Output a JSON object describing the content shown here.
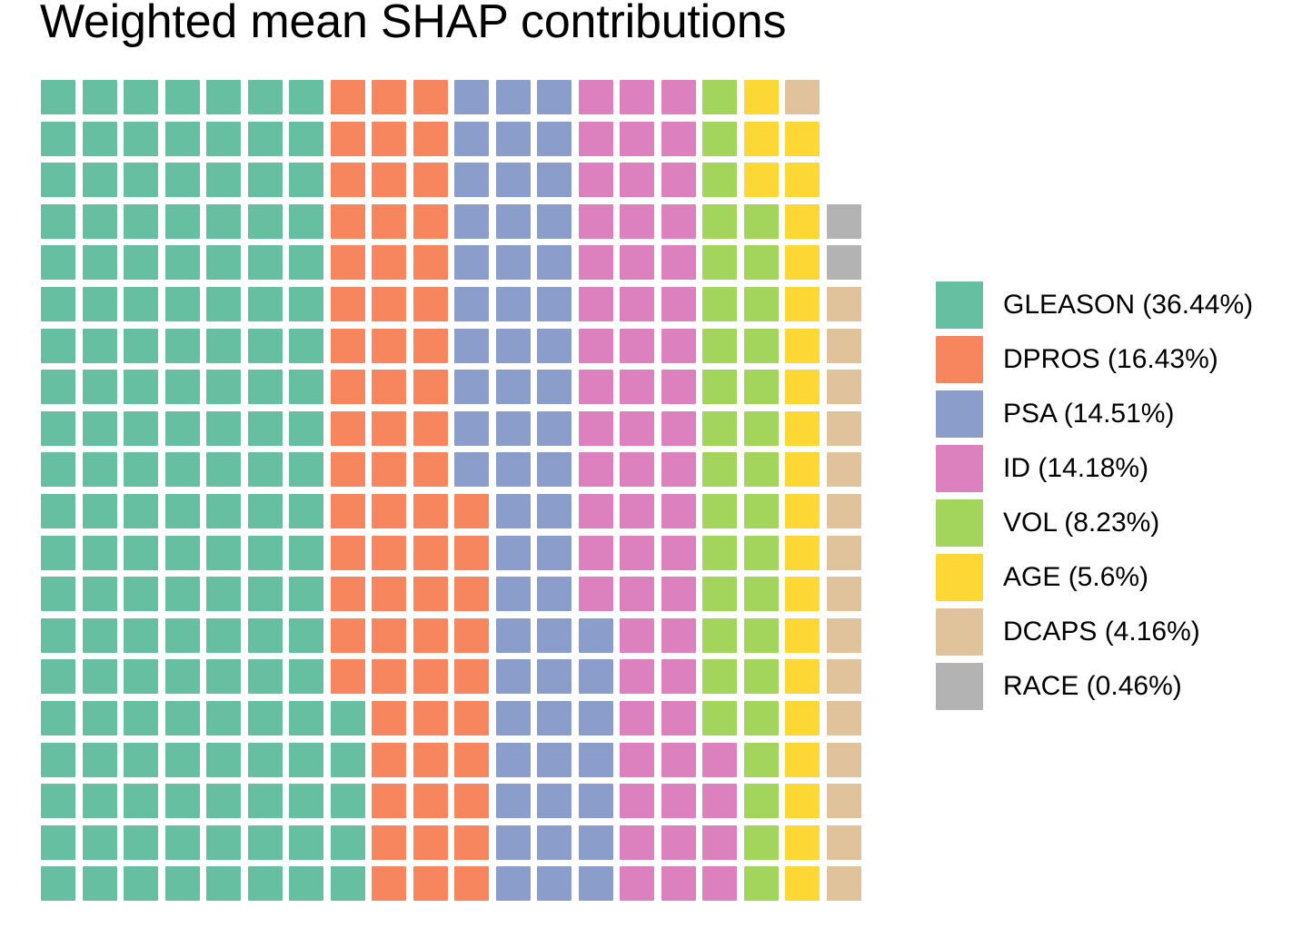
{
  "title": "Weighted mean SHAP contributions",
  "legend": {
    "position": "right",
    "items": [
      {
        "key": "GLEASON",
        "label": "GLEASON (36.44%)",
        "name": "GLEASON",
        "percent": 36.44,
        "color": "#66bfa0"
      },
      {
        "key": "DPROS",
        "label": "DPROS (16.43%)",
        "name": "DPROS",
        "percent": 16.43,
        "color": "#f7865f"
      },
      {
        "key": "PSA",
        "label": "PSA (14.51%)",
        "name": "PSA",
        "percent": 14.51,
        "color": "#8b9dcb"
      },
      {
        "key": "ID",
        "label": "ID (14.18%)",
        "name": "ID",
        "percent": 14.18,
        "color": "#dd80be"
      },
      {
        "key": "VOL",
        "label": "VOL (8.23%)",
        "name": "VOL",
        "percent": 8.23,
        "color": "#a3d55c"
      },
      {
        "key": "AGE",
        "label": "AGE (5.6%)",
        "name": "AGE",
        "percent": 5.6,
        "color": "#fdd835"
      },
      {
        "key": "DCAPS",
        "label": "DCAPS (4.16%)",
        "name": "DCAPS",
        "percent": 4.16,
        "color": "#e0c39b"
      },
      {
        "key": "RACE",
        "label": "RACE (0.46%)",
        "name": "RACE",
        "percent": 0.46,
        "color": "#b3b3b3"
      }
    ]
  },
  "chart_data": {
    "type": "waffle",
    "title": "Weighted mean SHAP contributions",
    "xlabel": "",
    "ylabel": "",
    "grid": false,
    "legend_position": "right",
    "rows": 20,
    "columns": 20,
    "total_cells": 398,
    "categories": [
      "GLEASON",
      "DPROS",
      "PSA",
      "ID",
      "VOL",
      "AGE",
      "DCAPS",
      "RACE"
    ],
    "values": [
      36.44,
      16.43,
      14.51,
      14.18,
      8.23,
      5.6,
      4.16,
      0.46
    ],
    "value_unit": "percent",
    "colors": [
      "#66bfa0",
      "#f7865f",
      "#8b9dcb",
      "#dd80be",
      "#a3d55c",
      "#fdd835",
      "#e0c39b",
      "#b3b3b3"
    ],
    "cell_counts": [
      145,
      65,
      58,
      56,
      33,
      22,
      17,
      2
    ],
    "cell_rows": [
      [
        "GLEASON",
        "GLEASON",
        "GLEASON",
        "GLEASON",
        "GLEASON",
        "GLEASON",
        "GLEASON",
        "DPROS",
        "DPROS",
        "DPROS",
        "PSA",
        "PSA",
        "PSA",
        "ID",
        "ID",
        "ID",
        "VOL",
        "AGE",
        "DCAPS"
      ],
      [
        "GLEASON",
        "GLEASON",
        "GLEASON",
        "GLEASON",
        "GLEASON",
        "GLEASON",
        "GLEASON",
        "DPROS",
        "DPROS",
        "DPROS",
        "PSA",
        "PSA",
        "PSA",
        "ID",
        "ID",
        "ID",
        "VOL",
        "AGE",
        "AGE"
      ],
      [
        "GLEASON",
        "GLEASON",
        "GLEASON",
        "GLEASON",
        "GLEASON",
        "GLEASON",
        "GLEASON",
        "DPROS",
        "DPROS",
        "DPROS",
        "PSA",
        "PSA",
        "PSA",
        "ID",
        "ID",
        "ID",
        "VOL",
        "AGE",
        "AGE"
      ],
      [
        "GLEASON",
        "GLEASON",
        "GLEASON",
        "GLEASON",
        "GLEASON",
        "GLEASON",
        "GLEASON",
        "DPROS",
        "DPROS",
        "DPROS",
        "PSA",
        "PSA",
        "PSA",
        "ID",
        "ID",
        "ID",
        "VOL",
        "VOL",
        "AGE",
        "RACE"
      ],
      [
        "GLEASON",
        "GLEASON",
        "GLEASON",
        "GLEASON",
        "GLEASON",
        "GLEASON",
        "GLEASON",
        "DPROS",
        "DPROS",
        "DPROS",
        "PSA",
        "PSA",
        "PSA",
        "ID",
        "ID",
        "ID",
        "VOL",
        "VOL",
        "AGE",
        "RACE"
      ],
      [
        "GLEASON",
        "GLEASON",
        "GLEASON",
        "GLEASON",
        "GLEASON",
        "GLEASON",
        "GLEASON",
        "DPROS",
        "DPROS",
        "DPROS",
        "PSA",
        "PSA",
        "PSA",
        "ID",
        "ID",
        "ID",
        "VOL",
        "VOL",
        "AGE",
        "DCAPS"
      ],
      [
        "GLEASON",
        "GLEASON",
        "GLEASON",
        "GLEASON",
        "GLEASON",
        "GLEASON",
        "GLEASON",
        "DPROS",
        "DPROS",
        "DPROS",
        "PSA",
        "PSA",
        "PSA",
        "ID",
        "ID",
        "ID",
        "VOL",
        "VOL",
        "AGE",
        "DCAPS"
      ],
      [
        "GLEASON",
        "GLEASON",
        "GLEASON",
        "GLEASON",
        "GLEASON",
        "GLEASON",
        "GLEASON",
        "DPROS",
        "DPROS",
        "DPROS",
        "PSA",
        "PSA",
        "PSA",
        "ID",
        "ID",
        "ID",
        "VOL",
        "VOL",
        "AGE",
        "DCAPS"
      ],
      [
        "GLEASON",
        "GLEASON",
        "GLEASON",
        "GLEASON",
        "GLEASON",
        "GLEASON",
        "GLEASON",
        "DPROS",
        "DPROS",
        "DPROS",
        "PSA",
        "PSA",
        "PSA",
        "ID",
        "ID",
        "ID",
        "VOL",
        "VOL",
        "AGE",
        "DCAPS"
      ],
      [
        "GLEASON",
        "GLEASON",
        "GLEASON",
        "GLEASON",
        "GLEASON",
        "GLEASON",
        "GLEASON",
        "DPROS",
        "DPROS",
        "DPROS",
        "PSA",
        "PSA",
        "PSA",
        "ID",
        "ID",
        "ID",
        "VOL",
        "VOL",
        "AGE",
        "DCAPS"
      ],
      [
        "GLEASON",
        "GLEASON",
        "GLEASON",
        "GLEASON",
        "GLEASON",
        "GLEASON",
        "GLEASON",
        "DPROS",
        "DPROS",
        "DPROS",
        "DPROS",
        "PSA",
        "PSA",
        "ID",
        "ID",
        "ID",
        "VOL",
        "VOL",
        "AGE",
        "DCAPS"
      ],
      [
        "GLEASON",
        "GLEASON",
        "GLEASON",
        "GLEASON",
        "GLEASON",
        "GLEASON",
        "GLEASON",
        "DPROS",
        "DPROS",
        "DPROS",
        "DPROS",
        "PSA",
        "PSA",
        "ID",
        "ID",
        "ID",
        "VOL",
        "VOL",
        "AGE",
        "DCAPS"
      ],
      [
        "GLEASON",
        "GLEASON",
        "GLEASON",
        "GLEASON",
        "GLEASON",
        "GLEASON",
        "GLEASON",
        "DPROS",
        "DPROS",
        "DPROS",
        "DPROS",
        "PSA",
        "PSA",
        "ID",
        "ID",
        "ID",
        "VOL",
        "VOL",
        "AGE",
        "DCAPS"
      ],
      [
        "GLEASON",
        "GLEASON",
        "GLEASON",
        "GLEASON",
        "GLEASON",
        "GLEASON",
        "GLEASON",
        "DPROS",
        "DPROS",
        "DPROS",
        "DPROS",
        "PSA",
        "PSA",
        "PSA",
        "ID",
        "ID",
        "VOL",
        "VOL",
        "AGE",
        "DCAPS"
      ],
      [
        "GLEASON",
        "GLEASON",
        "GLEASON",
        "GLEASON",
        "GLEASON",
        "GLEASON",
        "GLEASON",
        "DPROS",
        "DPROS",
        "DPROS",
        "DPROS",
        "PSA",
        "PSA",
        "PSA",
        "ID",
        "ID",
        "VOL",
        "VOL",
        "AGE",
        "DCAPS"
      ],
      [
        "GLEASON",
        "GLEASON",
        "GLEASON",
        "GLEASON",
        "GLEASON",
        "GLEASON",
        "GLEASON",
        "GLEASON",
        "DPROS",
        "DPROS",
        "DPROS",
        "PSA",
        "PSA",
        "PSA",
        "ID",
        "ID",
        "VOL",
        "VOL",
        "AGE",
        "DCAPS"
      ],
      [
        "GLEASON",
        "GLEASON",
        "GLEASON",
        "GLEASON",
        "GLEASON",
        "GLEASON",
        "GLEASON",
        "GLEASON",
        "DPROS",
        "DPROS",
        "DPROS",
        "PSA",
        "PSA",
        "PSA",
        "ID",
        "ID",
        "ID",
        "VOL",
        "AGE",
        "DCAPS"
      ],
      [
        "GLEASON",
        "GLEASON",
        "GLEASON",
        "GLEASON",
        "GLEASON",
        "GLEASON",
        "GLEASON",
        "GLEASON",
        "DPROS",
        "DPROS",
        "DPROS",
        "PSA",
        "PSA",
        "PSA",
        "ID",
        "ID",
        "ID",
        "VOL",
        "AGE",
        "DCAPS"
      ],
      [
        "GLEASON",
        "GLEASON",
        "GLEASON",
        "GLEASON",
        "GLEASON",
        "GLEASON",
        "GLEASON",
        "GLEASON",
        "DPROS",
        "DPROS",
        "DPROS",
        "PSA",
        "PSA",
        "PSA",
        "ID",
        "ID",
        "ID",
        "VOL",
        "AGE",
        "DCAPS"
      ],
      [
        "GLEASON",
        "GLEASON",
        "GLEASON",
        "GLEASON",
        "GLEASON",
        "GLEASON",
        "GLEASON",
        "GLEASON",
        "DPROS",
        "DPROS",
        "DPROS",
        "PSA",
        "PSA",
        "PSA",
        "ID",
        "ID",
        "ID",
        "VOL",
        "AGE",
        "DCAPS"
      ]
    ]
  }
}
